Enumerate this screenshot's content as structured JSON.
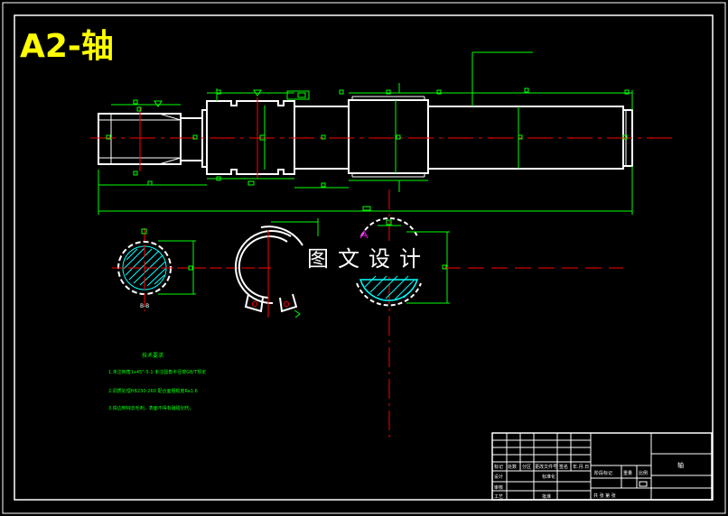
{
  "drawing": {
    "title": "A2-轴",
    "watermark": "图文设计"
  },
  "notes": {
    "heading": "技术要求",
    "lines": [
      "1.未注倒角1x45°-5.1 未注圆角半径按GB/T规定",
      "2.调质处理HB230-260 配合面粗糙度Ra1.6",
      "3.锐边倒钝去毛刺，表面不得有磕碰划伤。"
    ],
    "section_label": "B-B"
  },
  "title_block": {
    "part_name": "轴",
    "row_labels": [
      "标记",
      "处数",
      "分区",
      "更改文件号",
      "签名",
      "年.月.日"
    ],
    "design_label": "设计",
    "standard_label": "标准化",
    "check_label": "审核",
    "process_label": "工艺",
    "approve_label": "批准",
    "stage_label": "阶段标记",
    "weight_label": "重量",
    "scale_label": "比例",
    "sheet_label": "共 张 第 张"
  },
  "colors": {
    "background": "#000000",
    "outline": "#ffffff",
    "dimension": "#00ff00",
    "centerline": "#ff0000",
    "title": "#ffff00",
    "section_hatch": "#00ffff",
    "marker": "#ff00ff"
  }
}
